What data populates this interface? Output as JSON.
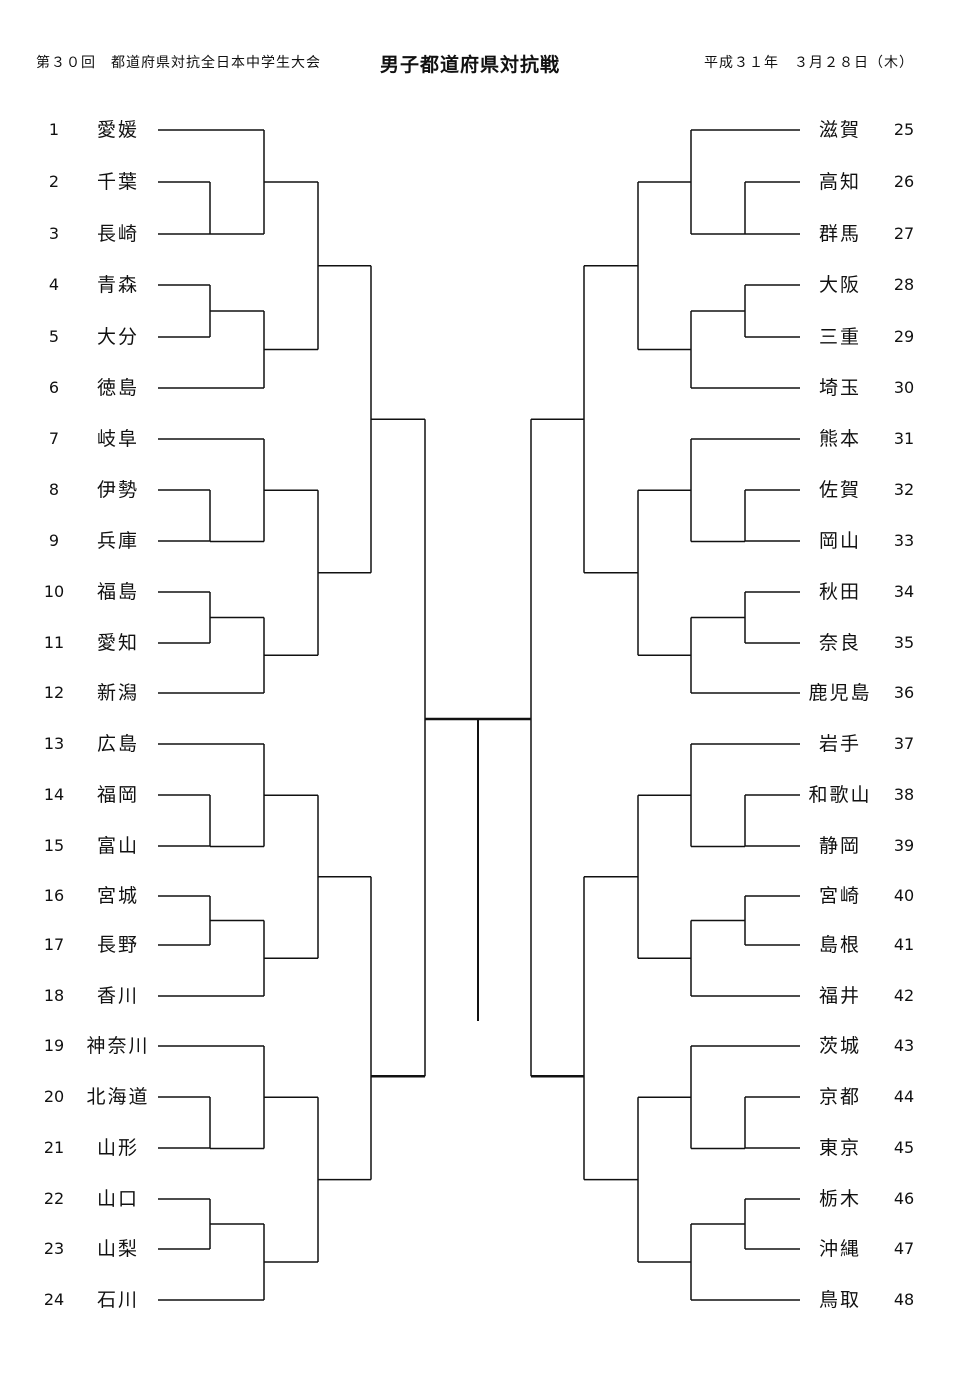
{
  "header": {
    "event": "第３０回　都道府県対抗全日本中学生大会",
    "title": "男子都道府県対抗戦",
    "date": "平成３１年　３月２８日（木）"
  },
  "left_teams": [
    {
      "num": "1",
      "name": "愛媛"
    },
    {
      "num": "2",
      "name": "千葉"
    },
    {
      "num": "3",
      "name": "長崎"
    },
    {
      "num": "4",
      "name": "青森"
    },
    {
      "num": "5",
      "name": "大分"
    },
    {
      "num": "6",
      "name": "徳島"
    },
    {
      "num": "7",
      "name": "岐阜"
    },
    {
      "num": "8",
      "name": "伊勢"
    },
    {
      "num": "9",
      "name": "兵庫"
    },
    {
      "num": "10",
      "name": "福島"
    },
    {
      "num": "11",
      "name": "愛知"
    },
    {
      "num": "12",
      "name": "新潟"
    },
    {
      "num": "13",
      "name": "広島"
    },
    {
      "num": "14",
      "name": "福岡"
    },
    {
      "num": "15",
      "name": "富山"
    },
    {
      "num": "16",
      "name": "宮城"
    },
    {
      "num": "17",
      "name": "長野"
    },
    {
      "num": "18",
      "name": "香川"
    },
    {
      "num": "19",
      "name": "神奈川"
    },
    {
      "num": "20",
      "name": "北海道"
    },
    {
      "num": "21",
      "name": "山形"
    },
    {
      "num": "22",
      "name": "山口"
    },
    {
      "num": "23",
      "name": "山梨"
    },
    {
      "num": "24",
      "name": "石川"
    }
  ],
  "right_teams": [
    {
      "num": "25",
      "name": "滋賀"
    },
    {
      "num": "26",
      "name": "高知"
    },
    {
      "num": "27",
      "name": "群馬"
    },
    {
      "num": "28",
      "name": "大阪"
    },
    {
      "num": "29",
      "name": "三重"
    },
    {
      "num": "30",
      "name": "埼玉"
    },
    {
      "num": "31",
      "name": "熊本"
    },
    {
      "num": "32",
      "name": "佐賀"
    },
    {
      "num": "33",
      "name": "岡山"
    },
    {
      "num": "34",
      "name": "秋田"
    },
    {
      "num": "35",
      "name": "奈良"
    },
    {
      "num": "36",
      "name": "鹿児島"
    },
    {
      "num": "37",
      "name": "岩手"
    },
    {
      "num": "38",
      "name": "和歌山"
    },
    {
      "num": "39",
      "name": "静岡"
    },
    {
      "num": "40",
      "name": "宮崎"
    },
    {
      "num": "41",
      "name": "島根"
    },
    {
      "num": "42",
      "name": "福井"
    },
    {
      "num": "43",
      "name": "茨城"
    },
    {
      "num": "44",
      "name": "京都"
    },
    {
      "num": "45",
      "name": "東京"
    },
    {
      "num": "46",
      "name": "栃木"
    },
    {
      "num": "47",
      "name": "沖縄"
    },
    {
      "num": "48",
      "name": "鳥取"
    }
  ]
}
